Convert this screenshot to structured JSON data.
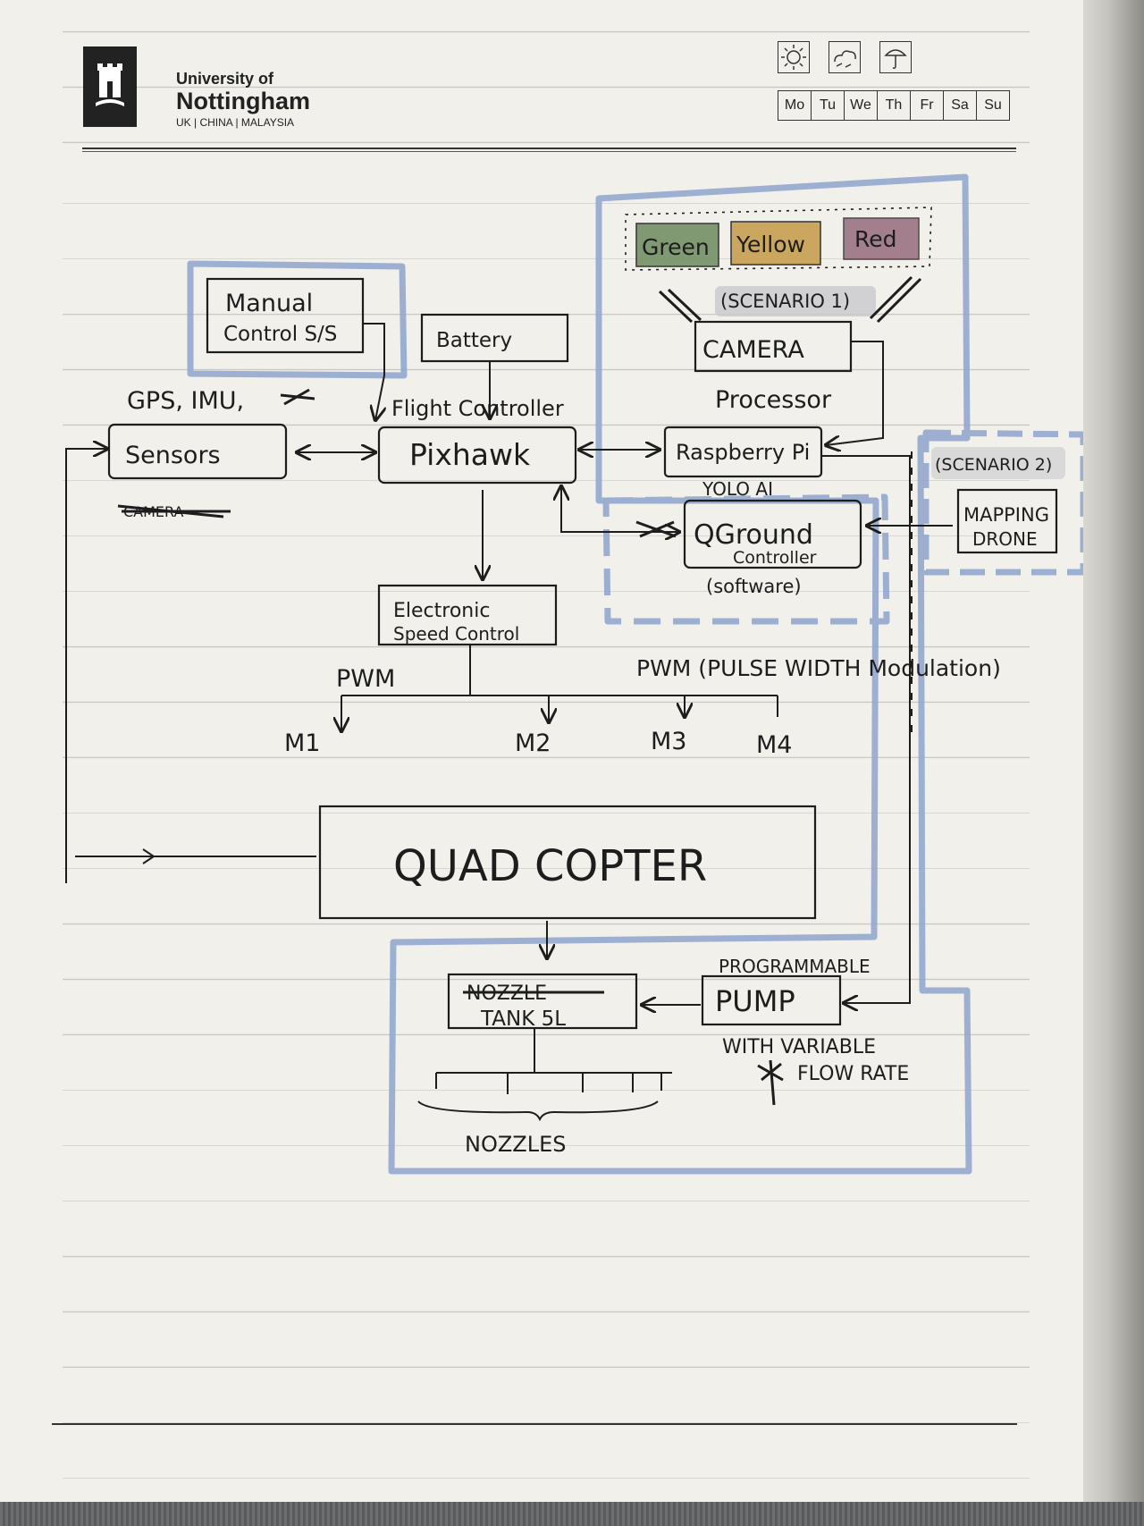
{
  "header": {
    "university_top": "University of",
    "university_main": "Nottingham",
    "university_sub": "UK | CHINA | MALAYSIA",
    "weekdays": [
      "Mo",
      "Tu",
      "We",
      "Th",
      "Fr",
      "Sa",
      "Su"
    ],
    "weather_icons": [
      "sun-icon",
      "cloud-icon",
      "umbrella-icon"
    ]
  },
  "diagram": {
    "manual_control_line1": "Manual",
    "manual_control_line2": "Control S/S",
    "battery": "Battery",
    "gps_imu": "GPS, IMU,",
    "sensors": "Sensors",
    "camera_struck": "CAMERA",
    "flight_controller": "Flight Controller",
    "pixhawk": "Pixhawk",
    "green": "Green",
    "yellow": "Yellow",
    "red": "Red",
    "scenario1": "(SCENARIO 1)",
    "camera": "CAMERA",
    "processor": "Processor",
    "raspberry_pi": "Raspberry Pi",
    "yolo_ai": "YOLO AI",
    "qground_line1": "QGround",
    "qground_line2": "Controller",
    "qground_software": "(software)",
    "scenario2": "(SCENARIO 2)",
    "mapping_line1": "MAPPING",
    "mapping_line2": "DRONE",
    "esc_line1": "Electronic",
    "esc_line2": "Speed Control",
    "pwm": "PWM",
    "pwm_full": "PWM (PULSE WIDTH Modulation)",
    "m1": "M1",
    "m2": "M2",
    "m3": "M3",
    "m4": "M4",
    "quadcopter": "QUAD COPTER",
    "nozzle_struck": "NOZZLE",
    "tank": "TANK 5L",
    "programmable": "PROGRAMMABLE",
    "pump": "PUMP",
    "variable_line1": "WITH VARIABLE",
    "variable_line2": "FLOW RATE",
    "nozzles": "NOZZLES"
  },
  "colors": {
    "paper": "#f1f0ea",
    "ink": "#1d1d1d",
    "highlighter_blue": "#93a8cf",
    "green_swatch": "#6d8a5e",
    "yellow_swatch": "#c59a47",
    "red_swatch": "#8a5a6e",
    "scenario_grey": "#c9c9cd"
  }
}
